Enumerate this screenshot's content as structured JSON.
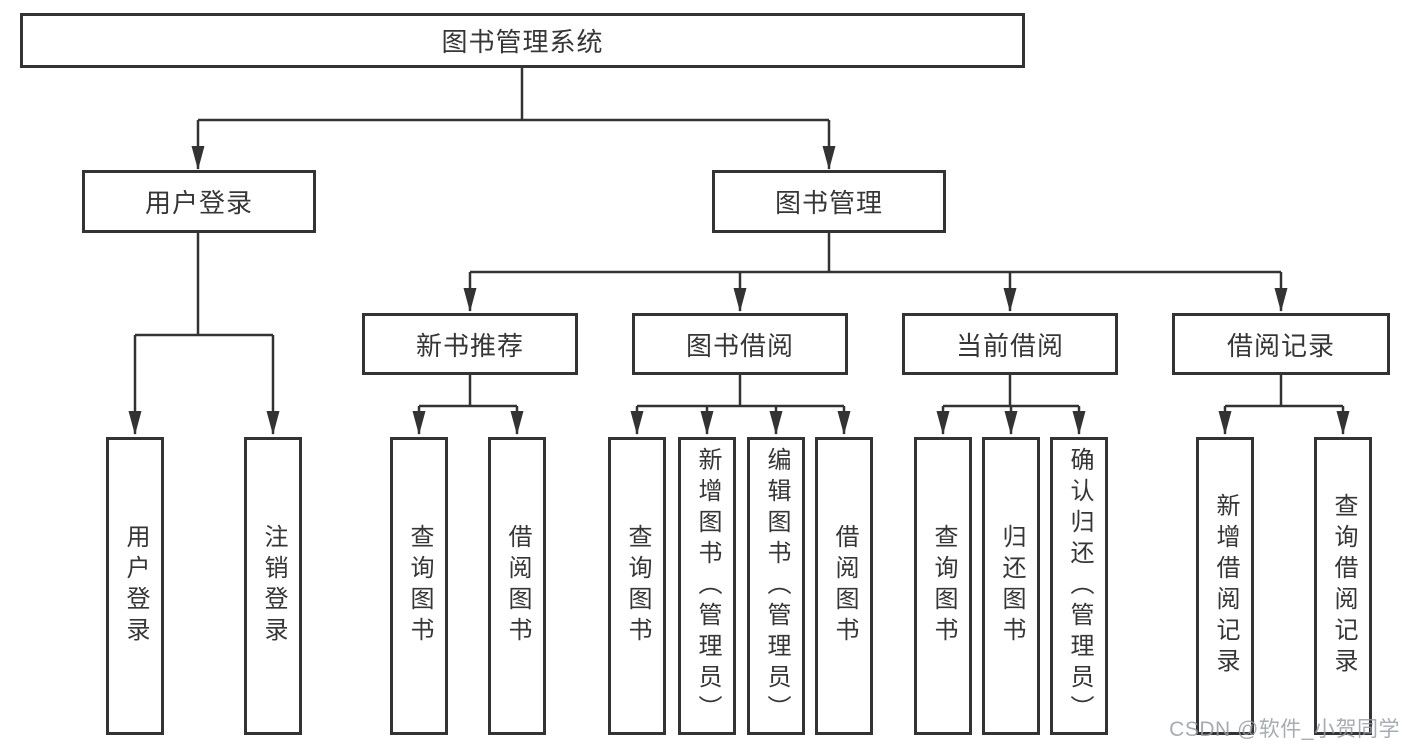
{
  "diagram": {
    "tree": {
      "root": {
        "label": "图书管理系统"
      },
      "branches": [
        {
          "label": "用户登录",
          "children": [
            {
              "label": "用户登录"
            },
            {
              "label": "注销登录"
            }
          ]
        },
        {
          "label": "图书管理",
          "children": [
            {
              "label": "新书推荐",
              "children": [
                {
                  "label": "查询图书"
                },
                {
                  "label": "借阅图书"
                }
              ]
            },
            {
              "label": "图书借阅",
              "children": [
                {
                  "label": "查询图书"
                },
                {
                  "label": "新增图书（管理员）"
                },
                {
                  "label": "编辑图书（管理员）"
                },
                {
                  "label": "借阅图书"
                }
              ]
            },
            {
              "label": "当前借阅",
              "children": [
                {
                  "label": "查询图书"
                },
                {
                  "label": "归还图书"
                },
                {
                  "label": "确认归还（管理员）"
                }
              ]
            },
            {
              "label": "借阅记录",
              "children": [
                {
                  "label": "新增借阅记录"
                },
                {
                  "label": "查询借阅记录"
                }
              ]
            }
          ]
        }
      ]
    },
    "colors": {
      "line": "#333333",
      "box_border": "#333333",
      "text": "#363636",
      "background": "#ffffff",
      "watermark_text_color": "#989ca4"
    }
  },
  "watermark": "CSDN @软件_小贺同学"
}
